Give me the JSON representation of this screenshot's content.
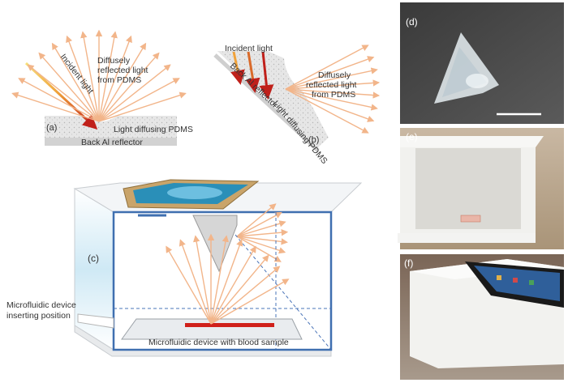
{
  "panel_a": {
    "label": "(a)",
    "incident": "Incident  light",
    "diffuse_line1": "Diffusely",
    "diffuse_line2": "reflected light",
    "diffuse_line3": "from PDMS",
    "diffusing_layer": "Light diffusing PDMS",
    "reflector": "Back Al reflector"
  },
  "panel_b": {
    "label": "(b)",
    "incident": "Incident  light",
    "diffuse_line1": "Diffusely",
    "diffuse_line2": "reflected light",
    "diffuse_line3": "from PDMS",
    "reflector": "Back Al reflector",
    "diffusing_layer": "Light diffusing PDMS"
  },
  "panel_c": {
    "label": "(c)",
    "insert_line1": "Microfluidic device",
    "insert_line2": "inserting position",
    "device_caption": "Microfluidic device with blood sample"
  },
  "photos": {
    "d_label": "(d)",
    "e_label": "(e)",
    "f_label": "(f)"
  },
  "colors": {
    "ray_orange": "#f2b58a",
    "incident_red": "#c0201a",
    "box_blue": "#3f6fb0"
  }
}
